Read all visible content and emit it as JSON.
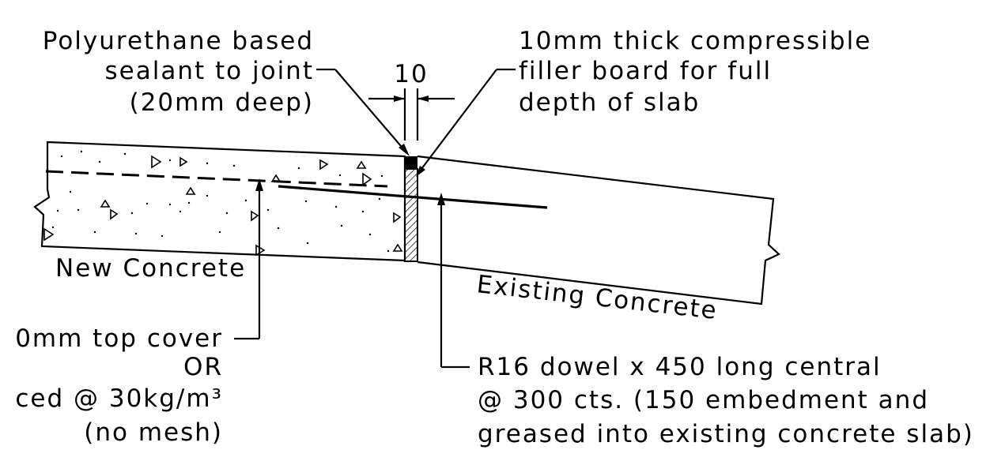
{
  "dimension": {
    "value": "10"
  },
  "callouts": {
    "sealant": [
      "Polyurethane based",
      "sealant to joint",
      "(20mm deep)"
    ],
    "filler": [
      "10mm thick compressible",
      "filler board for full",
      "depth of slab"
    ],
    "new_concrete": "New Concrete",
    "existing_concrete": "Existing Concrete",
    "cover": [
      "0mm top cover",
      "OR",
      "ced @ 30kg/m³",
      "(no mesh)"
    ],
    "dowel": [
      "R16 dowel x 450 long central",
      "@ 300 cts. (150 embedment and",
      "greased into existing concrete slab)"
    ]
  },
  "colors": {
    "line": "#000000",
    "background": "#ffffff"
  }
}
